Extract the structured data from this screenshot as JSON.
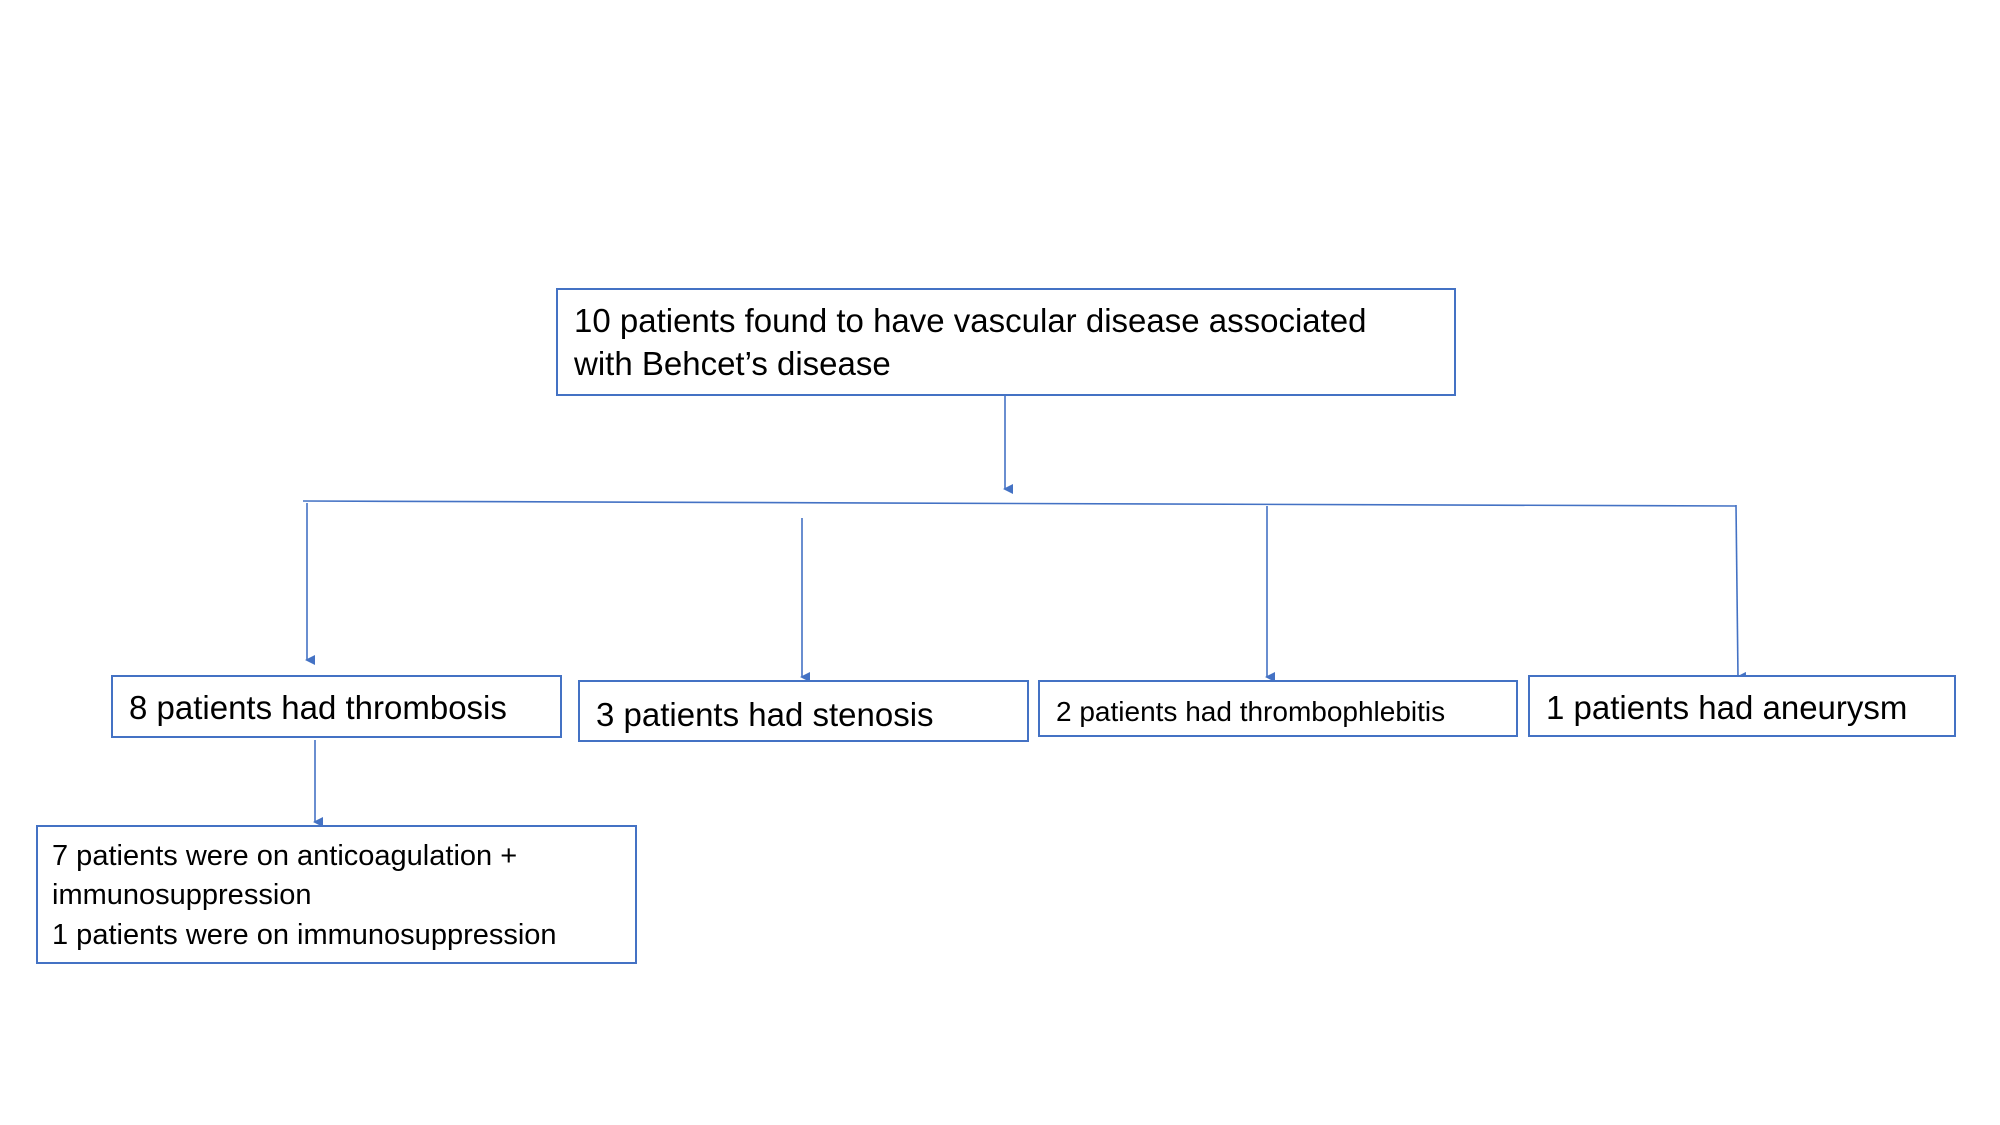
{
  "colors": {
    "box_border": "#4472C4",
    "connector": "#4472C4",
    "text": "#000000",
    "background": "#ffffff"
  },
  "nodes": {
    "root": {
      "lines": [
        "10 patients found to have vascular disease associated",
        "with Behcet’s disease"
      ]
    },
    "thrombosis": {
      "lines": [
        "8 patients had thrombosis"
      ]
    },
    "stenosis": {
      "lines": [
        "3 patients had stenosis"
      ]
    },
    "thrombophlebitis": {
      "lines": [
        "2 patients had thrombophlebitis"
      ]
    },
    "aneurysm": {
      "lines": [
        "1 patients had aneurysm"
      ]
    },
    "treatment": {
      "lines": [
        "7 patients were on anticoagulation +",
        "immunosuppression",
        "1 patients were on immunosuppression"
      ]
    }
  },
  "edges": [
    {
      "from": "root",
      "to": "branch-bar"
    },
    {
      "from": "branch-bar",
      "to": "thrombosis"
    },
    {
      "from": "branch-bar",
      "to": "stenosis"
    },
    {
      "from": "branch-bar",
      "to": "thrombophlebitis"
    },
    {
      "from": "branch-bar",
      "to": "aneurysm"
    },
    {
      "from": "thrombosis",
      "to": "treatment"
    }
  ]
}
